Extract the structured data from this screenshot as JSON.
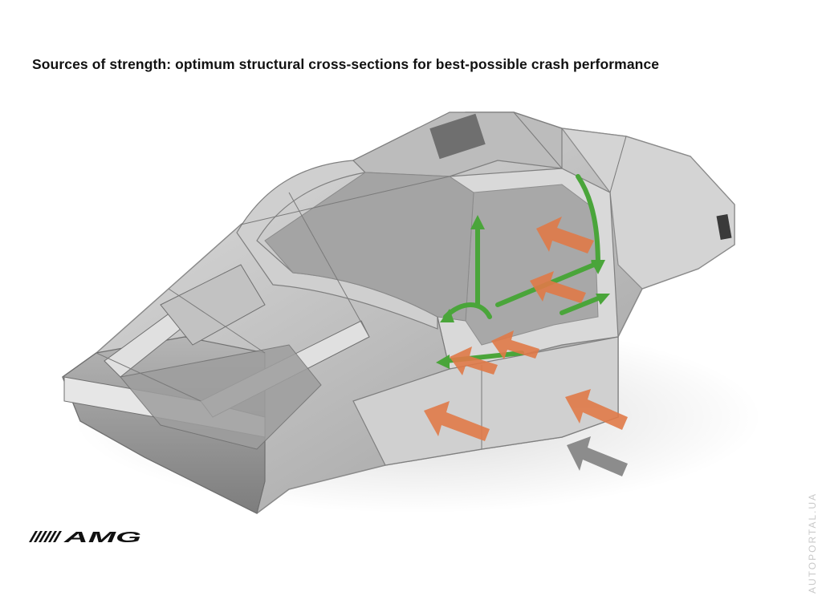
{
  "caption": {
    "title": "Sources of strength: optimum structural cross-sections for best-possible crash performance"
  },
  "brand": {
    "logo_text": "AMG"
  },
  "watermark": {
    "text": "AUTOPORTAL.UA"
  },
  "illustration": {
    "subject": "car body-in-white spaceframe, isometric view",
    "load_arrow_color": "#e07a48",
    "load_path_color": "#4aa53a",
    "impact_arrow_color": "#8a8a8a",
    "frame_color": "#c9c9c9"
  }
}
